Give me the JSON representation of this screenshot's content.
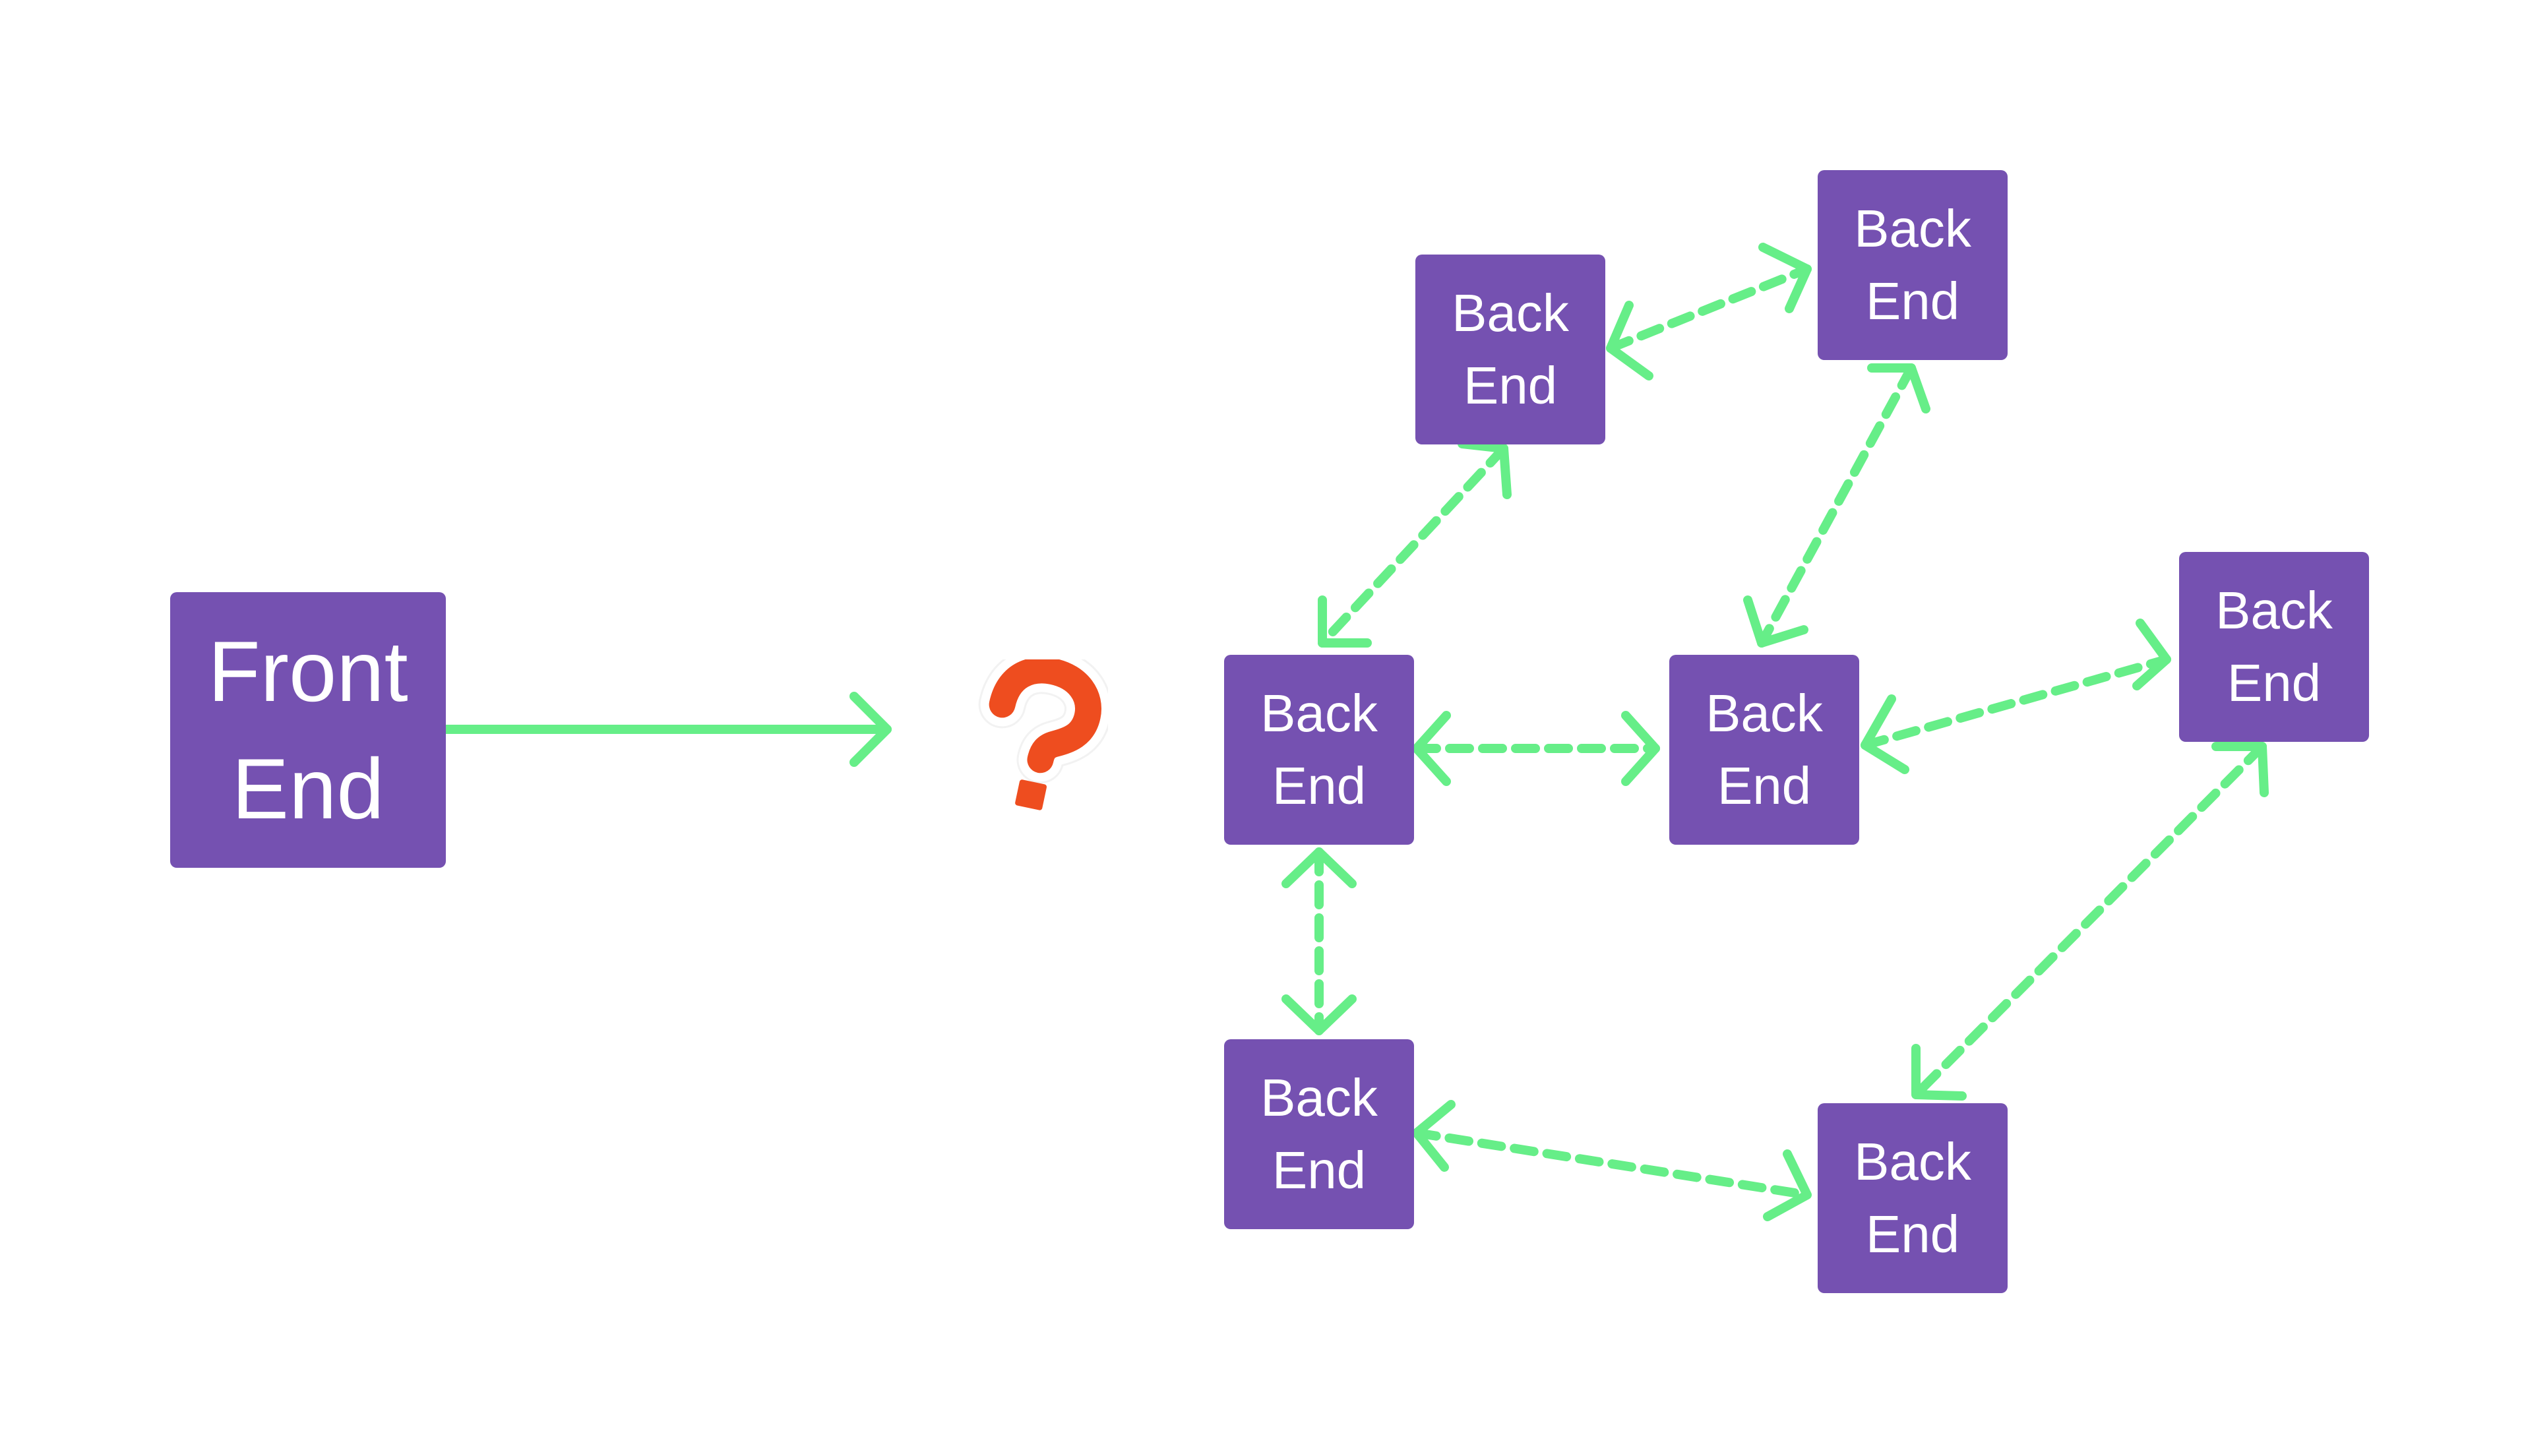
{
  "colors": {
    "node_fill": "#7551b1",
    "node_text": "#ffffff",
    "connector": "#66ee88",
    "question_mark": "#ee4d1f"
  },
  "front_end": {
    "line1": "Front",
    "line2": "End"
  },
  "question_icon": "question-mark-icon",
  "back_ends": [
    {
      "id": "be-top-left",
      "line1": "Back",
      "line2": "End"
    },
    {
      "id": "be-top-right",
      "line1": "Back",
      "line2": "End"
    },
    {
      "id": "be-mid-left",
      "line1": "Back",
      "line2": "End"
    },
    {
      "id": "be-mid-center",
      "line1": "Back",
      "line2": "End"
    },
    {
      "id": "be-mid-right",
      "line1": "Back",
      "line2": "End"
    },
    {
      "id": "be-bottom-left",
      "line1": "Back",
      "line2": "End"
    },
    {
      "id": "be-bottom-right",
      "line1": "Back",
      "line2": "End"
    }
  ],
  "connections": [
    {
      "from": "front-end",
      "to": "question-mark",
      "style": "solid",
      "direction": "one-way"
    },
    {
      "from": "be-top-left",
      "to": "be-top-right",
      "style": "dashed",
      "direction": "two-way"
    },
    {
      "from": "be-top-left",
      "to": "be-mid-left",
      "style": "dashed",
      "direction": "two-way"
    },
    {
      "from": "be-top-right",
      "to": "be-mid-center",
      "style": "dashed",
      "direction": "two-way"
    },
    {
      "from": "be-mid-left",
      "to": "be-mid-center",
      "style": "dashed",
      "direction": "two-way"
    },
    {
      "from": "be-mid-center",
      "to": "be-mid-right",
      "style": "dashed",
      "direction": "two-way"
    },
    {
      "from": "be-mid-left",
      "to": "be-bottom-left",
      "style": "dashed",
      "direction": "two-way"
    },
    {
      "from": "be-bottom-left",
      "to": "be-bottom-right",
      "style": "dashed",
      "direction": "two-way"
    },
    {
      "from": "be-mid-right",
      "to": "be-bottom-right",
      "style": "dashed",
      "direction": "two-way"
    }
  ]
}
